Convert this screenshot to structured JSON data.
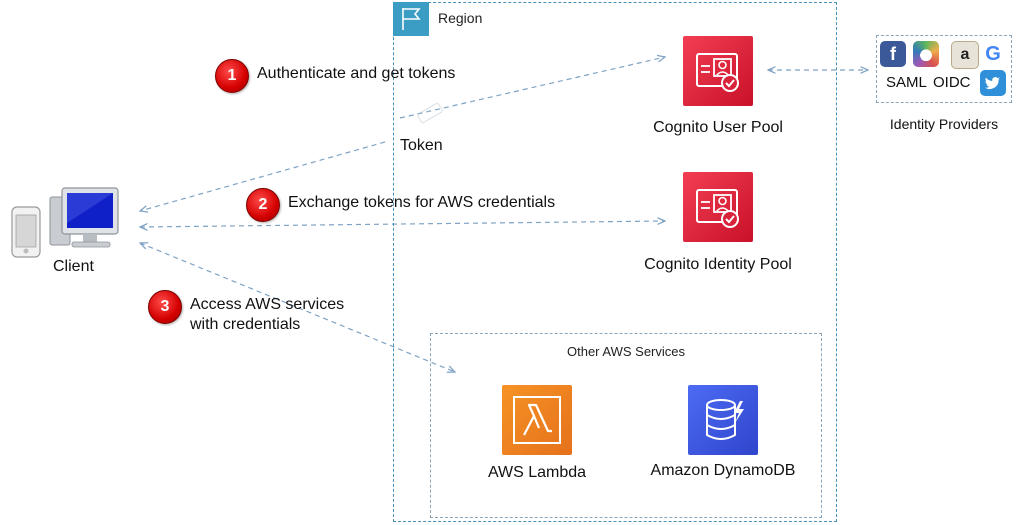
{
  "region": {
    "label": "Region"
  },
  "steps": [
    {
      "number": "1",
      "label": "Authenticate and get tokens"
    },
    {
      "number": "2",
      "label": "Exchange tokens for AWS credentials"
    },
    {
      "number": "3",
      "label_line1": "Access AWS services",
      "label_line2": "with credentials"
    }
  ],
  "token": {
    "label": "Token"
  },
  "client": {
    "label": "Client"
  },
  "user_pool": {
    "label": "Cognito User Pool"
  },
  "identity_pool": {
    "label": "Cognito Identity Pool"
  },
  "identity_providers": {
    "caption": "Identity Providers",
    "saml": "SAML",
    "oidc": "OIDC",
    "logos": [
      "facebook-icon",
      "apple-icon",
      "amazon-icon",
      "google-icon",
      "twitter-icon"
    ],
    "facebook_glyph": "f",
    "amazon_glyph": "a",
    "google_glyph": "G"
  },
  "other_services": {
    "label": "Other AWS Services",
    "lambda": "AWS Lambda",
    "dynamodb": "Amazon DynamoDB"
  },
  "colors": {
    "cognito": "#dd2a3c",
    "lambda": "#f08b22",
    "dynamodb": "#3b56de",
    "region": "#3b9cc4",
    "link": "#7fa3c4",
    "step_badge": "#e00000"
  }
}
